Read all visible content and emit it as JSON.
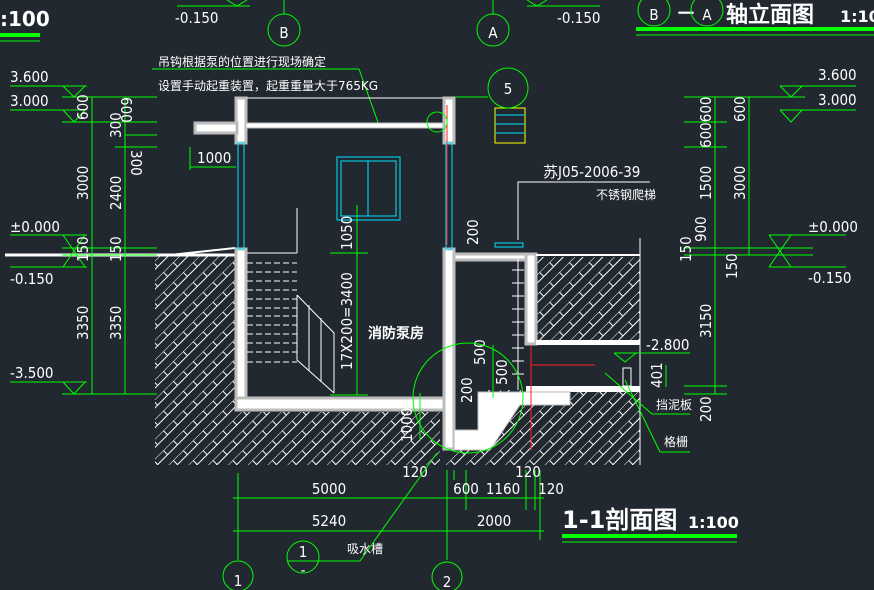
{
  "colors": {
    "background": "#212830",
    "dimension": "#00ff00",
    "outline": "#ffffff",
    "window": "#00e5ff",
    "wall_edge": "#bdbdbd",
    "rebar": "#ff2020",
    "ladder": "#ffff00"
  },
  "top_partial": {
    "scale_fragment": ":100",
    "level_left": "-0.150",
    "level_right": "-0.150",
    "axis_b": "B",
    "axis_a": "A"
  },
  "elevation_title": {
    "axis_from": "B",
    "dash": "－",
    "axis_to": "A",
    "title": "轴立面图",
    "scale": "1:10"
  },
  "notes": {
    "line1": "吊钩根据泵的位置进行现场确定",
    "line2": "设置手动起重装置，起重重量大于765KG"
  },
  "left_levels": [
    "3.600",
    "3.000",
    "±0.000",
    "-0.150",
    "-3.500"
  ],
  "left_dims_outer": [
    "600",
    "3000",
    "150",
    "3350"
  ],
  "left_dims_inner": [
    "600",
    "300",
    "300",
    "2400",
    "150",
    "3350"
  ],
  "interior": {
    "canopy": "1000",
    "window_height": "1050",
    "stair": "17X200=3400",
    "room_name": "消防泵房",
    "dim_200": "200",
    "dim_500a": "500",
    "dim_500b": "500",
    "dim_200b": "200",
    "pit_1000": "1000"
  },
  "detail": {
    "ref_no": "5",
    "std_ref": "苏J05-2006-39",
    "ladder": "不锈钢爬梯",
    "level_m2800": "-2.800",
    "dim_401": "401",
    "mud_board": "挡泥板",
    "grille": "格栅"
  },
  "right_levels": [
    "3.600",
    "3.000",
    "±0.000",
    "-0.150"
  ],
  "right_dims_outer": [
    "600600",
    "1500",
    "900",
    "150",
    "3150",
    "200"
  ],
  "right_dims_inner": [
    "600",
    "3000",
    "150"
  ],
  "bottom_dims": {
    "d120a": "120",
    "d120b": "120",
    "d5000": "5000",
    "d600": "600",
    "d1160": "1160",
    "d120c": "120",
    "d5240": "5240",
    "d2000": "2000"
  },
  "section_title": {
    "title": "1-1剖面图",
    "scale": "1:100"
  },
  "axes": {
    "axis1": "1",
    "axis2": "2"
  },
  "detail_ref": {
    "num": "1",
    "sheet": "-",
    "label": "吸水槽"
  }
}
